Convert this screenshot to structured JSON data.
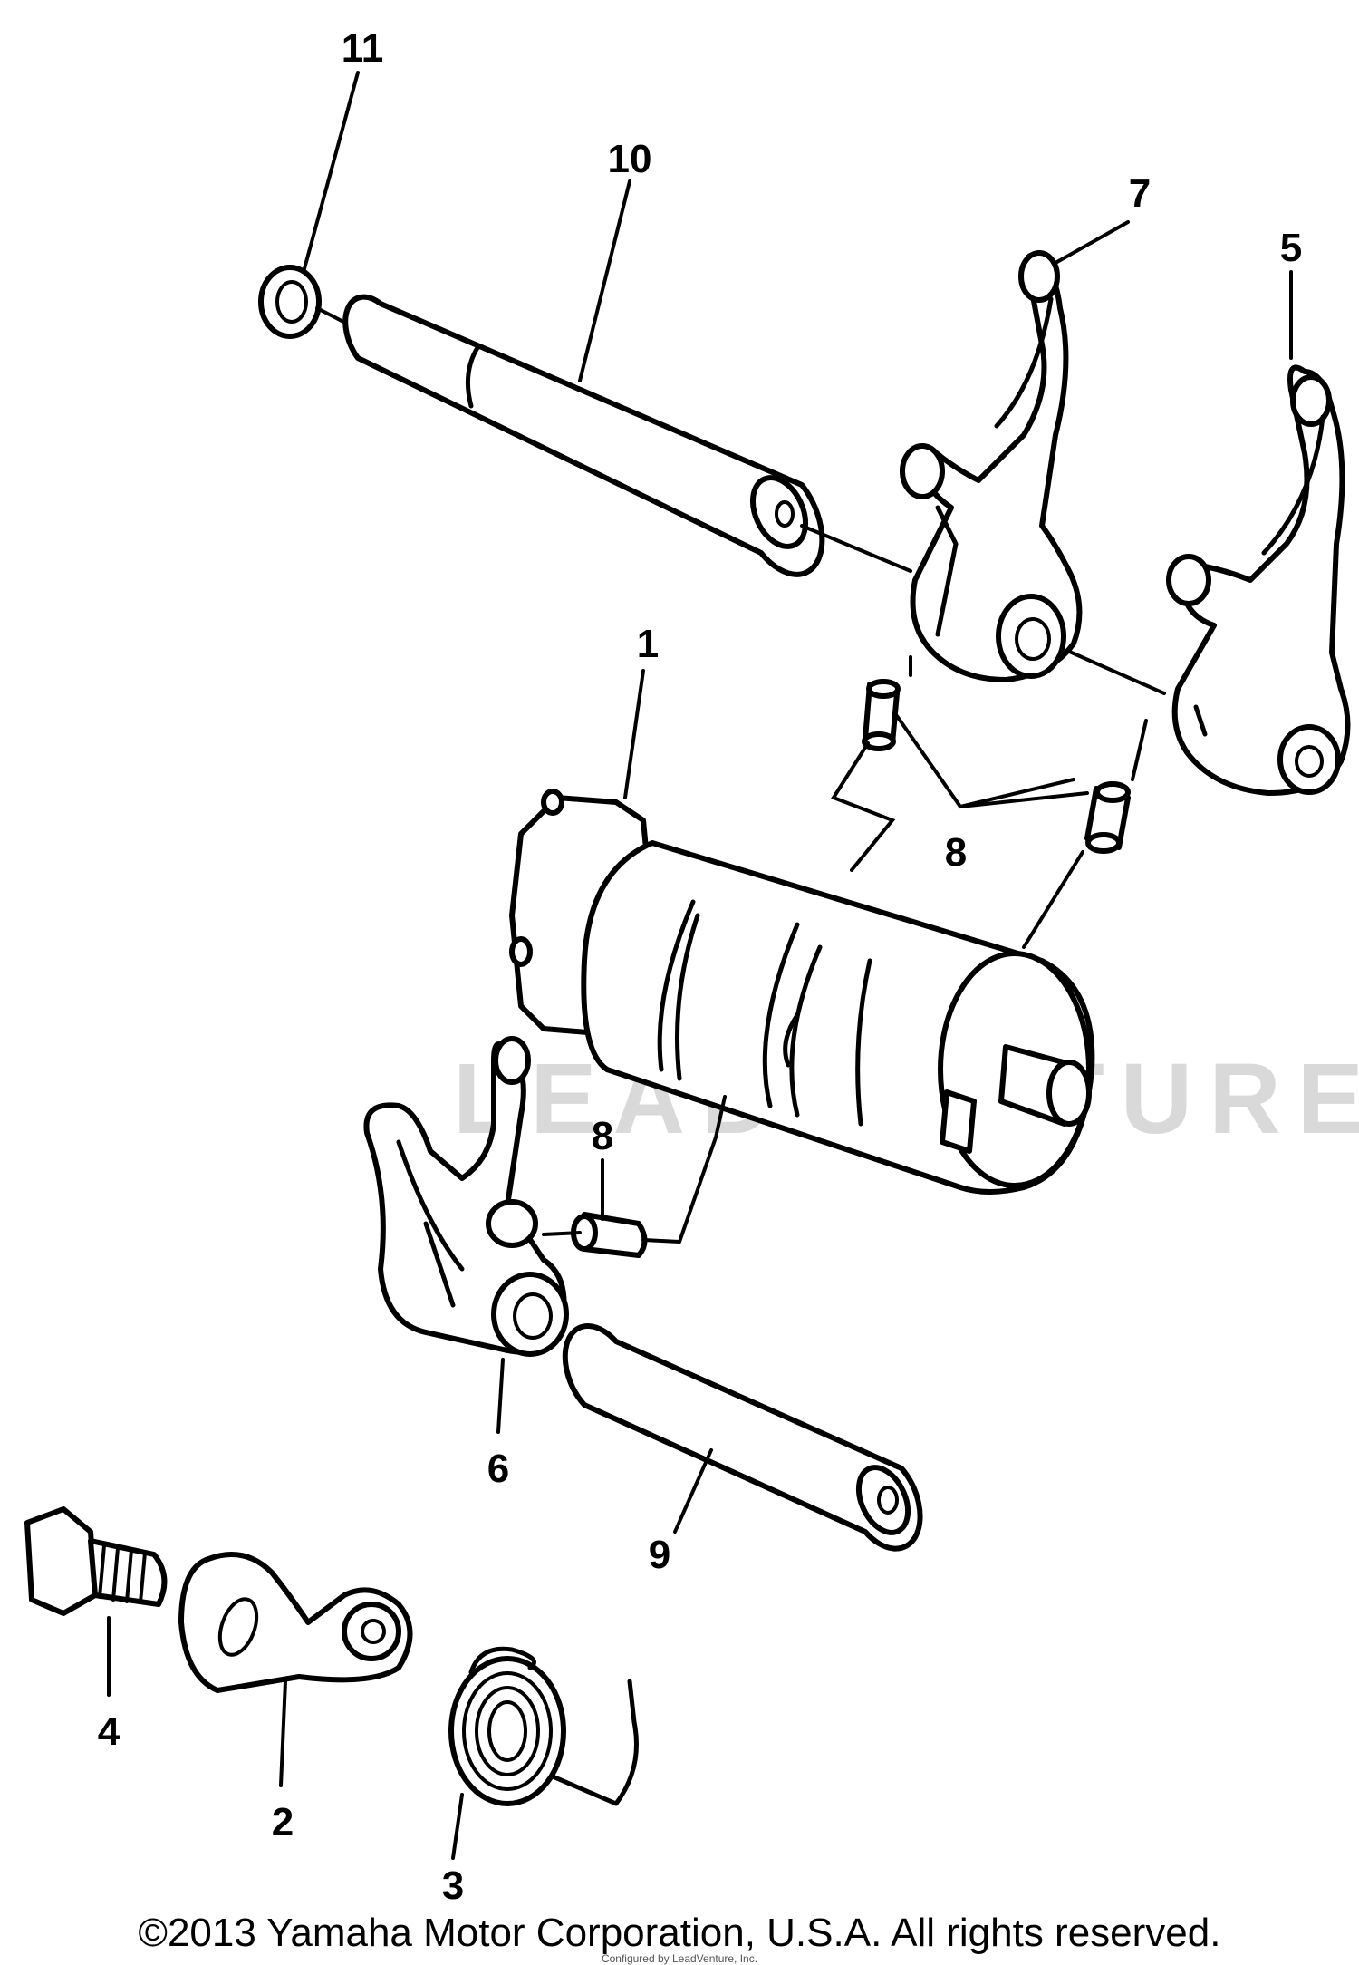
{
  "diagram": {
    "callouts": [
      {
        "id": "c1",
        "label": "1"
      },
      {
        "id": "c2",
        "label": "2"
      },
      {
        "id": "c3",
        "label": "3"
      },
      {
        "id": "c4",
        "label": "4"
      },
      {
        "id": "c5",
        "label": "5"
      },
      {
        "id": "c6",
        "label": "6"
      },
      {
        "id": "c7",
        "label": "7"
      },
      {
        "id": "c8a",
        "label": "8"
      },
      {
        "id": "c8b",
        "label": "8"
      },
      {
        "id": "c9",
        "label": "9"
      },
      {
        "id": "c10",
        "label": "10"
      },
      {
        "id": "c11",
        "label": "11"
      }
    ],
    "watermark": "LEADVENTURE"
  },
  "footer": {
    "copyright": "©2013 Yamaha Motor Corporation, U.S.A. All rights reserved.",
    "tiny": "Configured by LeadVenture, Inc."
  }
}
